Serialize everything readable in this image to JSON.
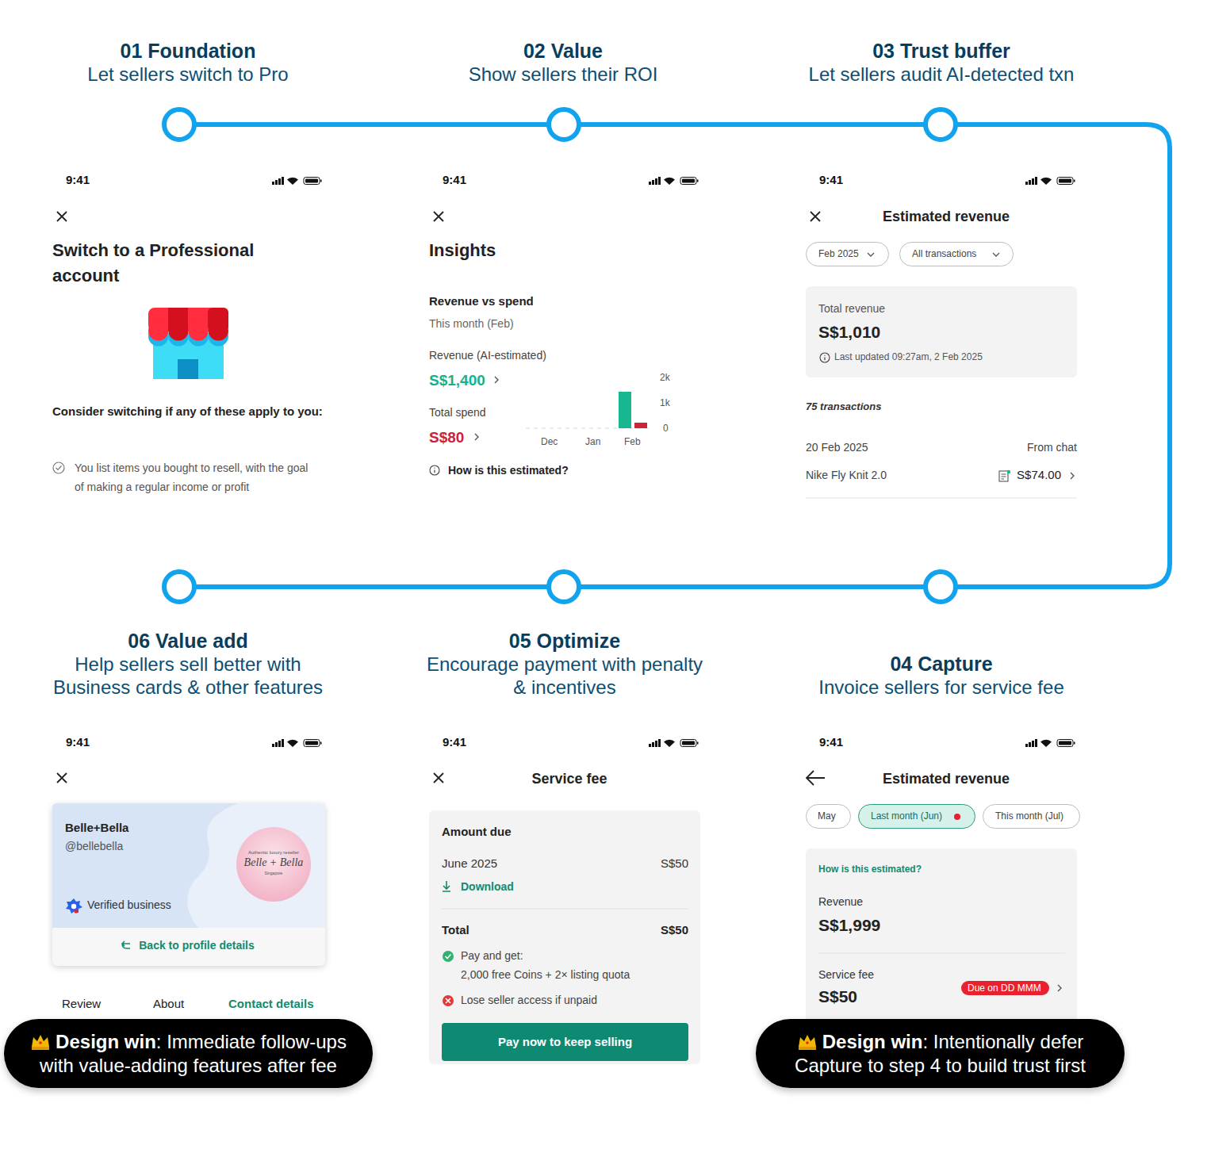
{
  "diagram": {
    "nodes": [
      {
        "text": [
          "01 Foundation",
          "Let sellers switch to Pro"
        ]
      },
      {
        "text": [
          "02 Value",
          "Show sellers their ROI"
        ]
      },
      {
        "text": [
          "03 Trust buffer",
          "Let sellers audit AI-detected txn"
        ]
      },
      {
        "text": [
          "04 Capture",
          "Invoice sellers for service fee"
        ]
      },
      {
        "text": [
          "05 Optimize",
          "Encourage payment with penalty & incentives"
        ]
      },
      {
        "text": [
          "06 Value add",
          "Help sellers sell better with Business cards & other features"
        ]
      },
      {
        "text": [
          "9:41",
          "Switch to a Professional account",
          "Consider switching if any of these apply to you:",
          "You list items you bought to resell, with the goal of making a regular income or profit"
        ]
      },
      {
        "text": [
          "9:41",
          "Insights",
          "Revenue vs spend",
          "This month (Feb)",
          "Revenue (AI-estimated)",
          "S$1,400",
          "Total spend",
          "S$80",
          "How is this estimated?"
        ]
      },
      {
        "text": [
          "9:41",
          "Estimated revenue",
          "75 transactions",
          "20 Feb 2025",
          "From chat",
          "Nike Fly Knit 2.0",
          "S$74.00"
        ]
      },
      {
        "text": [
          "Feb 2025"
        ],
        "in": 8
      },
      {
        "text": [
          "All transactions"
        ],
        "in": 8
      },
      {
        "text": [
          "Total revenue",
          "S$1,010",
          "Last updated 09:27am, 2 Feb 2025"
        ],
        "in": 8
      },
      {
        "text": [
          "9:41",
          "Estimated revenue"
        ]
      },
      {
        "text": [
          "May"
        ],
        "in": 12
      },
      {
        "text": [
          "Last month (Jun)"
        ],
        "in": 12
      },
      {
        "text": [
          "This month (Jul)"
        ],
        "in": 12
      },
      {
        "text": [
          "How is this estimated?",
          "Revenue",
          "S$1,999",
          "Service fee",
          "S$50"
        ],
        "in": 12
      },
      {
        "text": [
          "Due on DD MMM"
        ],
        "in": 16
      },
      {
        "text": [
          "9:41",
          "Service fee"
        ]
      },
      {
        "text": [
          "Amount due",
          "June 2025",
          "S$50",
          "Download",
          "Total",
          "S$50",
          "Pay and get:",
          "2,000 free Coins + 2× listing quota",
          "Lose seller access if unpaid"
        ],
        "in": 18
      },
      {
        "text": [
          "Pay now to keep selling"
        ],
        "in": 19
      },
      {
        "text": [
          "9:41",
          "Review",
          "About",
          "Contact details"
        ]
      },
      {
        "text": [
          "Belle+Bella",
          "@bellebella",
          "Verified business",
          "Back to profile details"
        ],
        "in": 21
      },
      {
        "text": [
          "Authentic luxury reseller",
          "Belle + Bella",
          "Singapore"
        ],
        "in": 22
      },
      {
        "text": [
          "Design win",
          ": Immediate follow-ups with value-adding features after fee"
        ]
      },
      {
        "text": [
          "Design win",
          ": Intentionally defer Capture to step 4 to build trust first"
        ]
      }
    ],
    "edges": [
      {
        "from": 0,
        "to": 1,
        "arrow": "none"
      },
      {
        "from": 1,
        "to": 2,
        "arrow": "none"
      },
      {
        "from": 2,
        "to": 3,
        "arrow": "none"
      },
      {
        "from": 3,
        "to": 4,
        "arrow": "none"
      },
      {
        "from": 4,
        "to": 5,
        "arrow": "none"
      }
    ],
    "labels": [
      "2k",
      "1k",
      "0",
      "Dec",
      "Jan",
      "Feb"
    ]
  }
}
